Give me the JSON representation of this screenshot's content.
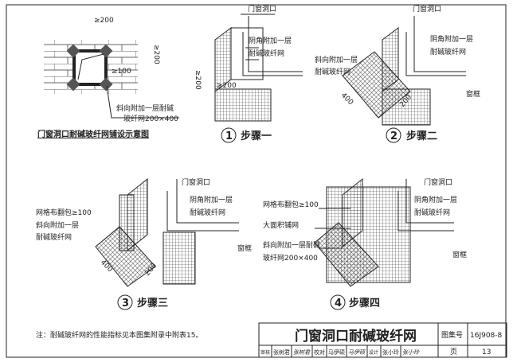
{
  "overview": {
    "title": "门窗洞口耐碱玻纤网铺设示意图",
    "dim_top": "≥200",
    "dim_right": "≥200",
    "dim_inner": "≥100",
    "note1": "斜向附加一层耐碱",
    "note2": "玻纤网200×400"
  },
  "step1": {
    "num": "1",
    "label": "步骤一",
    "opening": "门窗洞口",
    "corner1": "阴角附加一层",
    "corner2": "耐碱玻纤网",
    "dim_v": "≥200",
    "dim_h": "≥200"
  },
  "step2": {
    "num": "2",
    "label": "步骤二",
    "opening": "门窗洞口",
    "corner1": "阴角附加一层",
    "corner2": "耐碱玻纤网",
    "diag1": "斜向附加一层",
    "diag2": "耐碱玻纤网",
    "frame": "窗框",
    "d400": "400",
    "d200": "200"
  },
  "step3": {
    "num": "3",
    "label": "步骤三",
    "opening": "门窗洞口",
    "corner1": "阴角附加一层",
    "corner2": "耐碱玻纤网",
    "wrap": "网格布翻包≥100",
    "diag1": "斜向附加一层",
    "diag2": "耐碱玻纤网",
    "frame": "窗框",
    "d400": "400",
    "d200": "200"
  },
  "step4": {
    "num": "4",
    "label": "步骤四",
    "opening": "门窗洞口",
    "corner1": "阴角附加一层",
    "corner2": "耐碱玻纤网",
    "wrap": "网格布翻包≥100",
    "large": "大面积铺网",
    "diag1": "斜向附加一层耐碱",
    "diag2": "玻纤网200×400",
    "frame": "窗框"
  },
  "note": "注：耐碱玻纤网的性能指标见本图集附录中附表15。",
  "title_block": {
    "title": "门窗洞口耐碱玻纤网",
    "atlas_label": "图集号",
    "atlas_no": "16J908-8",
    "page_label": "页",
    "page_no": "13",
    "review_label": "审核",
    "reviewer": "张树君",
    "check_label": "校对",
    "checker": "马伊硕",
    "design_label": "设计",
    "designer": "张小玲",
    "sign1": "张树君",
    "sign2": "马伊硕",
    "sign3": "张小玲"
  }
}
